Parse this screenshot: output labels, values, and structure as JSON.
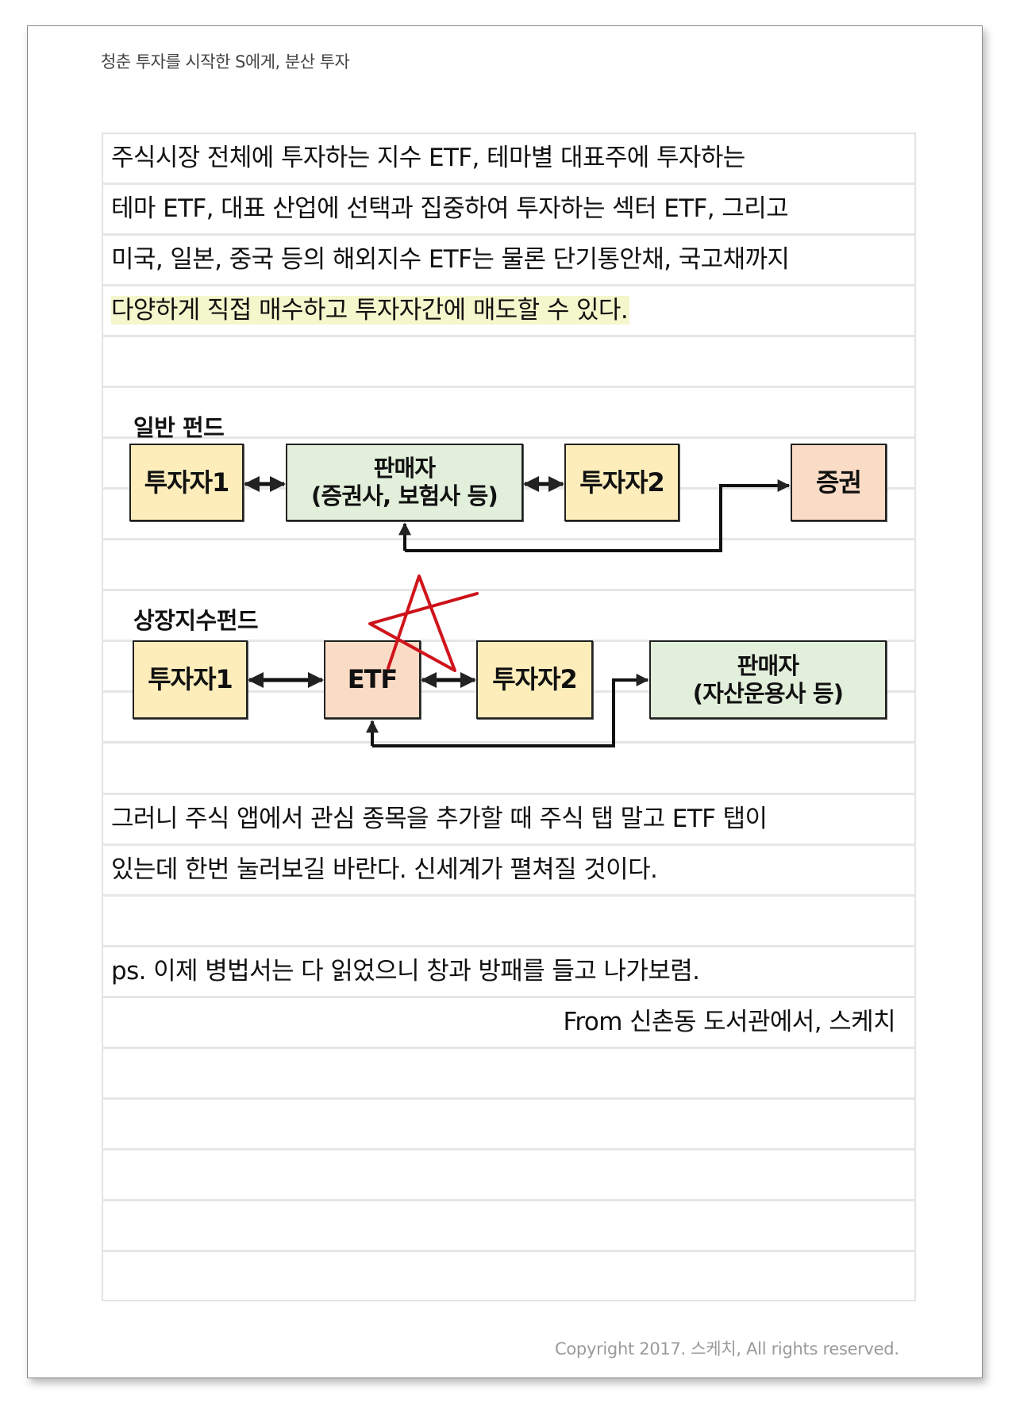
{
  "header": {
    "title": "청춘 투자를 시작한 S에게, 분산 투자"
  },
  "body": {
    "paragraph1": [
      "주식시장 전체에 투자하는 지수 ETF, 테마별 대표주에 투자하는",
      "테마 ETF, 대표 산업에 선택과 집중하여 투자하는 섹터 ETF, 그리고",
      "미국, 일본, 중국 등의 해외지수 ETF는 물론 단기통안채, 국고채까지"
    ],
    "highlighted_line": "다양하게 직접 매수하고 투자자간에 매도할 수 있다.",
    "highlight_color": "#f4f6cc",
    "paragraph2": [
      "그러니 주식 앱에서 관심 종목을 추가할 때 주식 탭 말고 ETF 탭이",
      "있는데 한번 눌러보길 바란다. 신세계가 펼쳐질 것이다."
    ],
    "ps": "ps. 이제 병법서는 다 읽었으니 창과 방패를 들고 나가보렴.",
    "signature": "From 신촌동 도서관에서, 스케치"
  },
  "diagram": {
    "general_fund": {
      "title": "일반 펀드",
      "nodes": {
        "investor1": [
          "투자자1"
        ],
        "seller": [
          "판매자",
          "(증권사, 보험사 등)"
        ],
        "investor2": [
          "투자자2"
        ],
        "securities": [
          "증권"
        ]
      }
    },
    "etf_fund": {
      "title": "상장지수펀드",
      "nodes": {
        "investor1": [
          "투자자1"
        ],
        "etf": [
          "ETF"
        ],
        "investor2": [
          "투자자2"
        ],
        "seller": [
          "판매자",
          "(자산운용사 등)"
        ]
      },
      "annotation": "red-star-icon"
    },
    "colors": {
      "investor": "#fdedbb",
      "seller": "#e2efdb",
      "product": "#f9dbc6",
      "star": "#d0141c"
    }
  },
  "footer": {
    "copyright": "Copyright 2017. 스케치, All rights reserved."
  }
}
